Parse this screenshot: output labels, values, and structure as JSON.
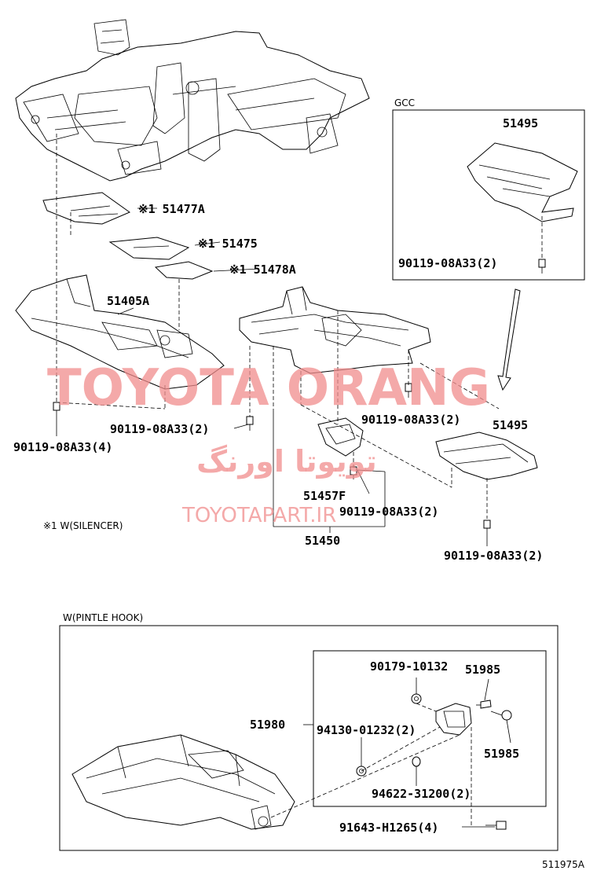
{
  "watermarks": {
    "brand": "TOYOTA ORANG",
    "brand_fa": "تویوتا اورنگ",
    "site": "TOYOTAPART.IR",
    "color": "#f08c8c"
  },
  "notes": {
    "silencer": "※1  W(SILENCER)",
    "gcc_box": "GCC",
    "pintle_box": "W(PINTLE HOOK)",
    "figure_code": "511975A"
  },
  "labels": {
    "p51477a": "※1 51477A",
    "p51475": "※1 51475",
    "p51478a": "※1 51478A",
    "p51405a": "51405A",
    "bolt_left_2": "90119-08A33(2)",
    "bolt_left_4": "90119-08A33(4)",
    "gcc_51495": "51495",
    "gcc_bolt": "90119-08A33(2)",
    "bolt_center_2": "90119-08A33(2)",
    "p51495": "51495",
    "p51457f": "51457F",
    "bolt_51457f": "90119-08A33(2)",
    "p51450": "51450",
    "bolt_right_2": "90119-08A33(2)",
    "p90179": "90179-10132",
    "p51985_top": "51985",
    "p51980": "51980",
    "p94130": "94130-01232(2)",
    "p51985_bottom": "51985",
    "p94622": "94622-31200(2)",
    "p91643": "91643-H1265(4)"
  }
}
